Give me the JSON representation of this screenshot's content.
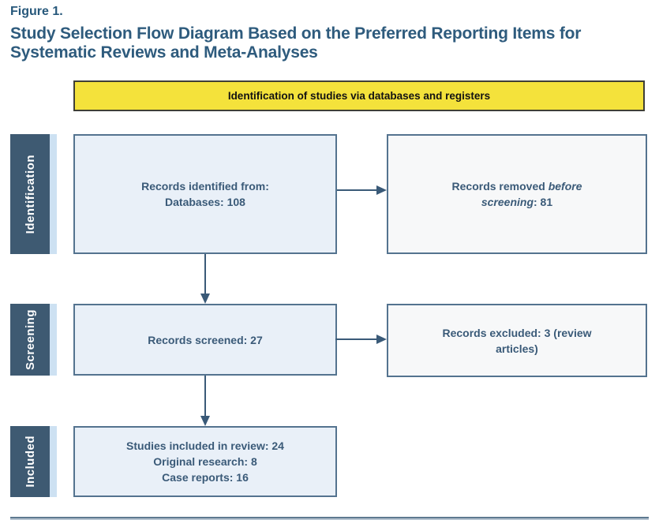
{
  "figure": {
    "label": "Figure 1.",
    "title": "Study Selection Flow Diagram Based on the Preferred Reporting Items for Systematic Reviews and Meta-Analyses"
  },
  "banner": {
    "text": "Identification of studies via databases and registers"
  },
  "stages": [
    {
      "label": "Identification"
    },
    {
      "label": "Screening"
    },
    {
      "label": "Included"
    }
  ],
  "boxes": {
    "identified": {
      "lines": [
        "Records identified from:",
        "Databases: 108"
      ]
    },
    "removed": {
      "segments": [
        {
          "text": "Records removed ",
          "italic": false
        },
        {
          "text": "before screening",
          "italic": true
        },
        {
          "text": ": 81",
          "italic": false
        }
      ]
    },
    "screened": {
      "text": "Records screened: 27"
    },
    "excluded": {
      "text": "Records excluded: 3 (review articles)"
    },
    "included": {
      "lines": [
        "Studies included in review: 24",
        "Original research: 8",
        "Case reports: 16"
      ]
    }
  },
  "colors": {
    "heading_text": "#2e5b7d",
    "box_text": "#3a5a78",
    "box_border": "#54738f",
    "box_blue_fill": "#e9f0f8",
    "box_gray_fill": "#f7f8f9",
    "stage_bar_fill": "#3e5a72",
    "stage_bar_shadow": "#cde1f2",
    "banner_fill": "#f4e23b",
    "banner_text": "#121212",
    "arrow": "#3a5a78"
  }
}
